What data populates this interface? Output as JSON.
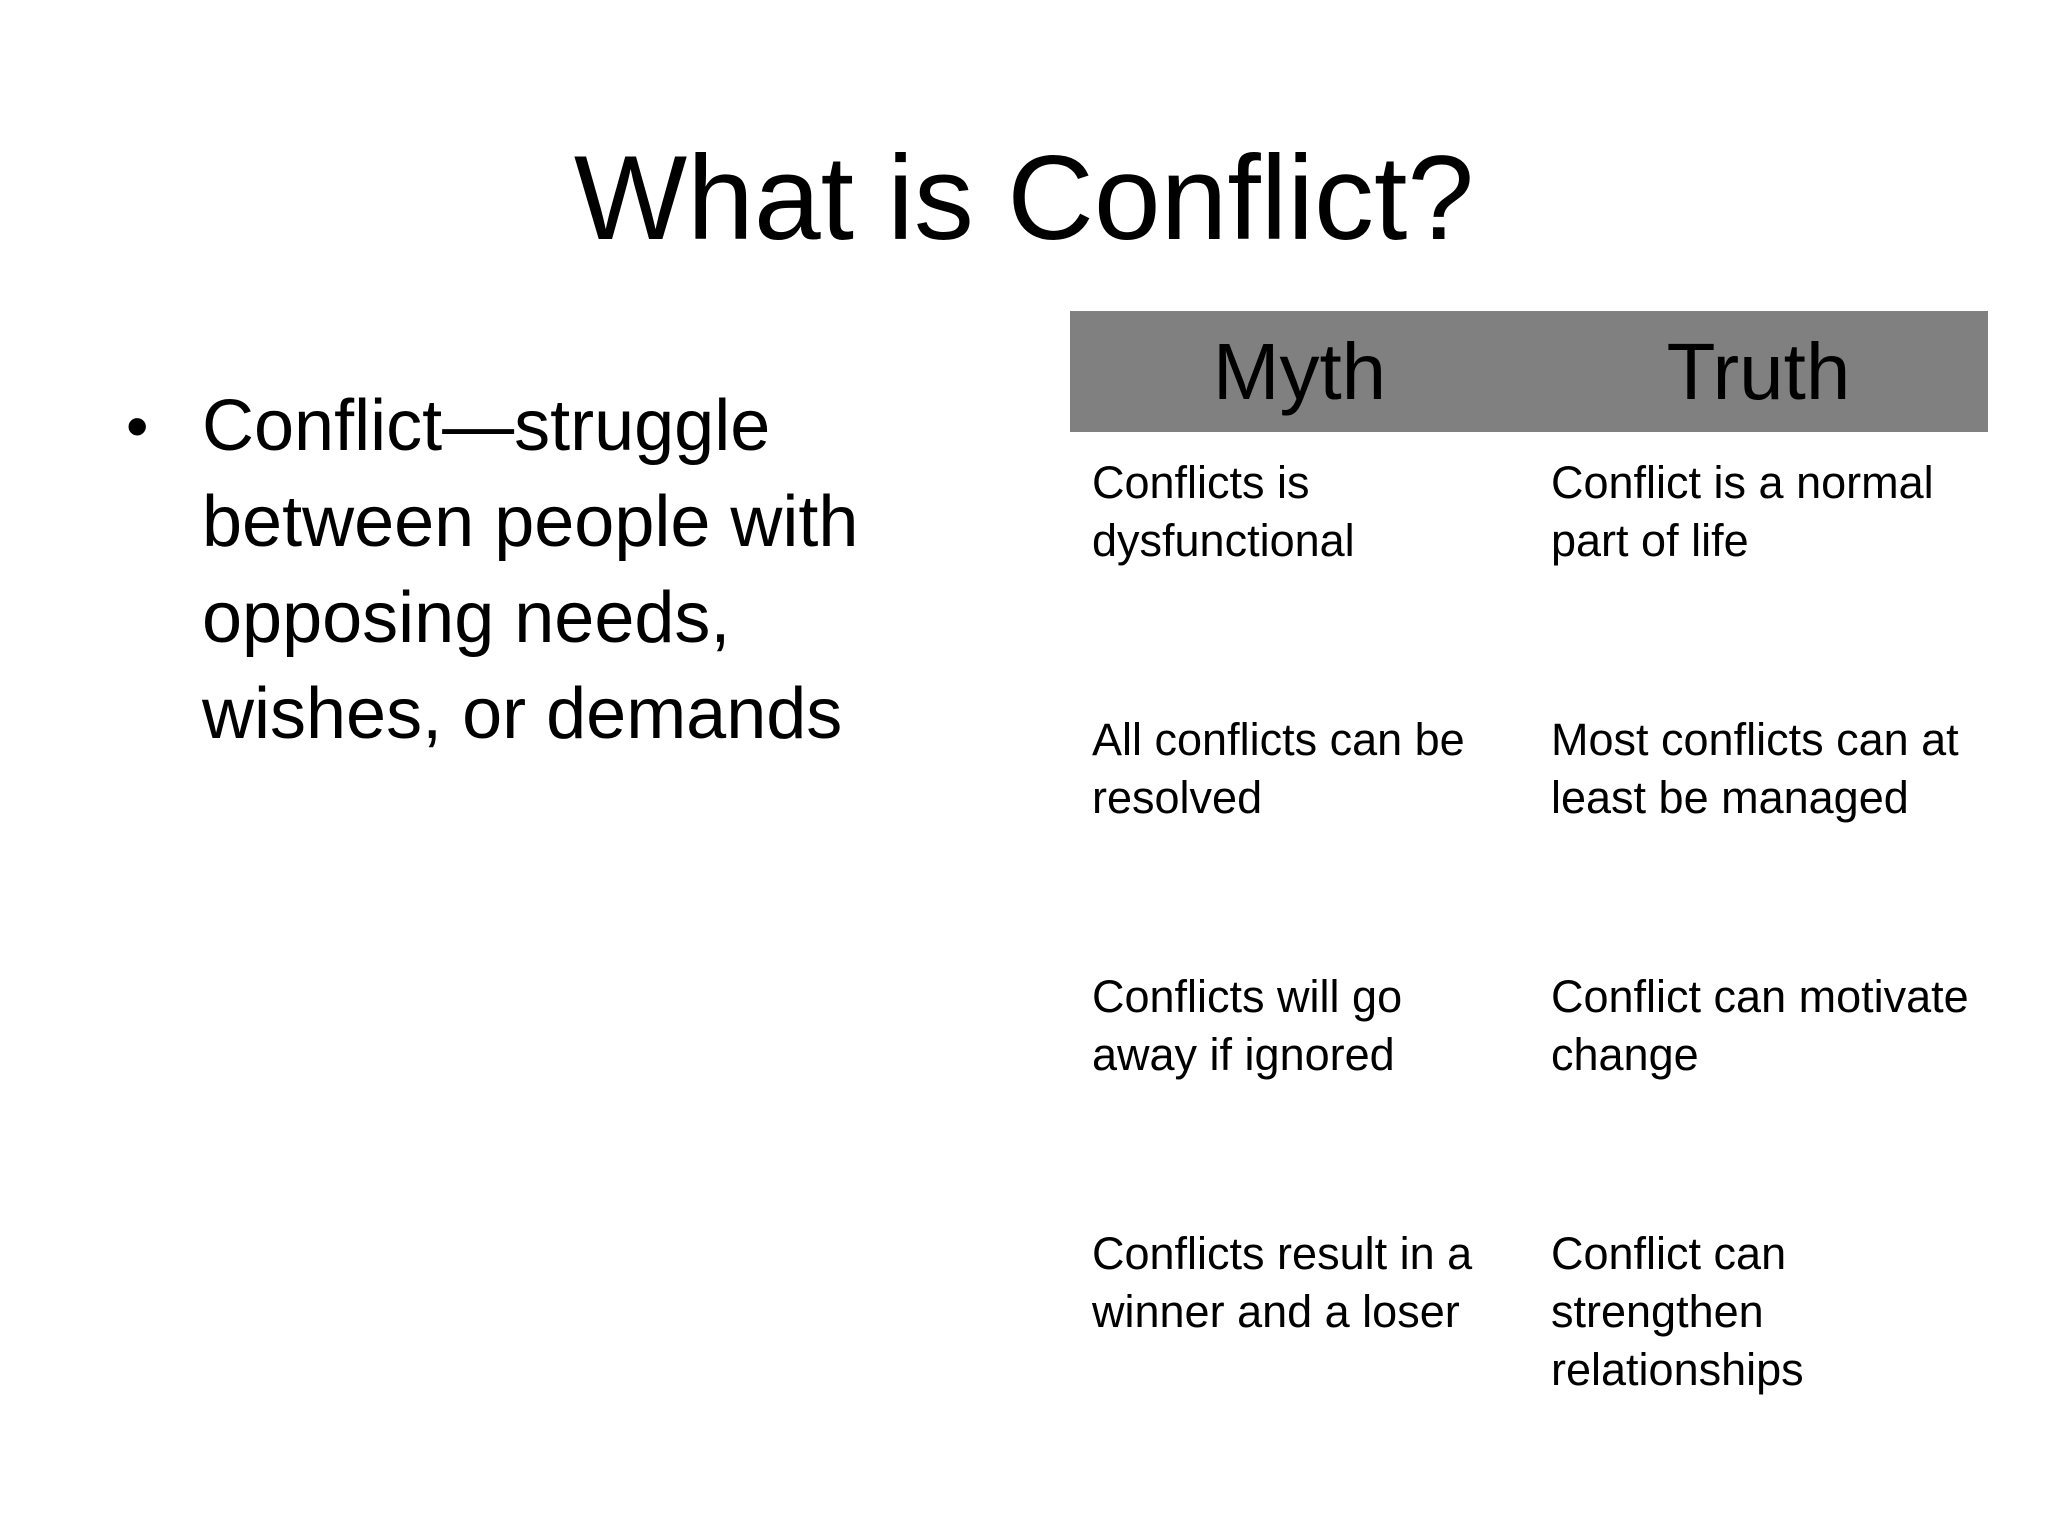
{
  "slide": {
    "title": "What is Conflict?",
    "bullet": {
      "symbol": "•",
      "text": "Conflict—struggle between people with opposing needs, wishes, or demands"
    }
  },
  "table": {
    "header_color": "#808080",
    "headers": [
      "Myth",
      "Truth"
    ],
    "rows": [
      {
        "myth": "Conflicts is dysfunctional",
        "truth": "Conflict is a normal part of life"
      },
      {
        "myth": "All conflicts can be resolved",
        "truth": "Most conflicts can at least be managed"
      },
      {
        "myth": "Conflicts will go away if ignored",
        "truth": "Conflict can motivate change"
      },
      {
        "myth": "Conflicts result in a winner and a loser",
        "truth": "Conflict can strengthen relationships"
      }
    ]
  }
}
